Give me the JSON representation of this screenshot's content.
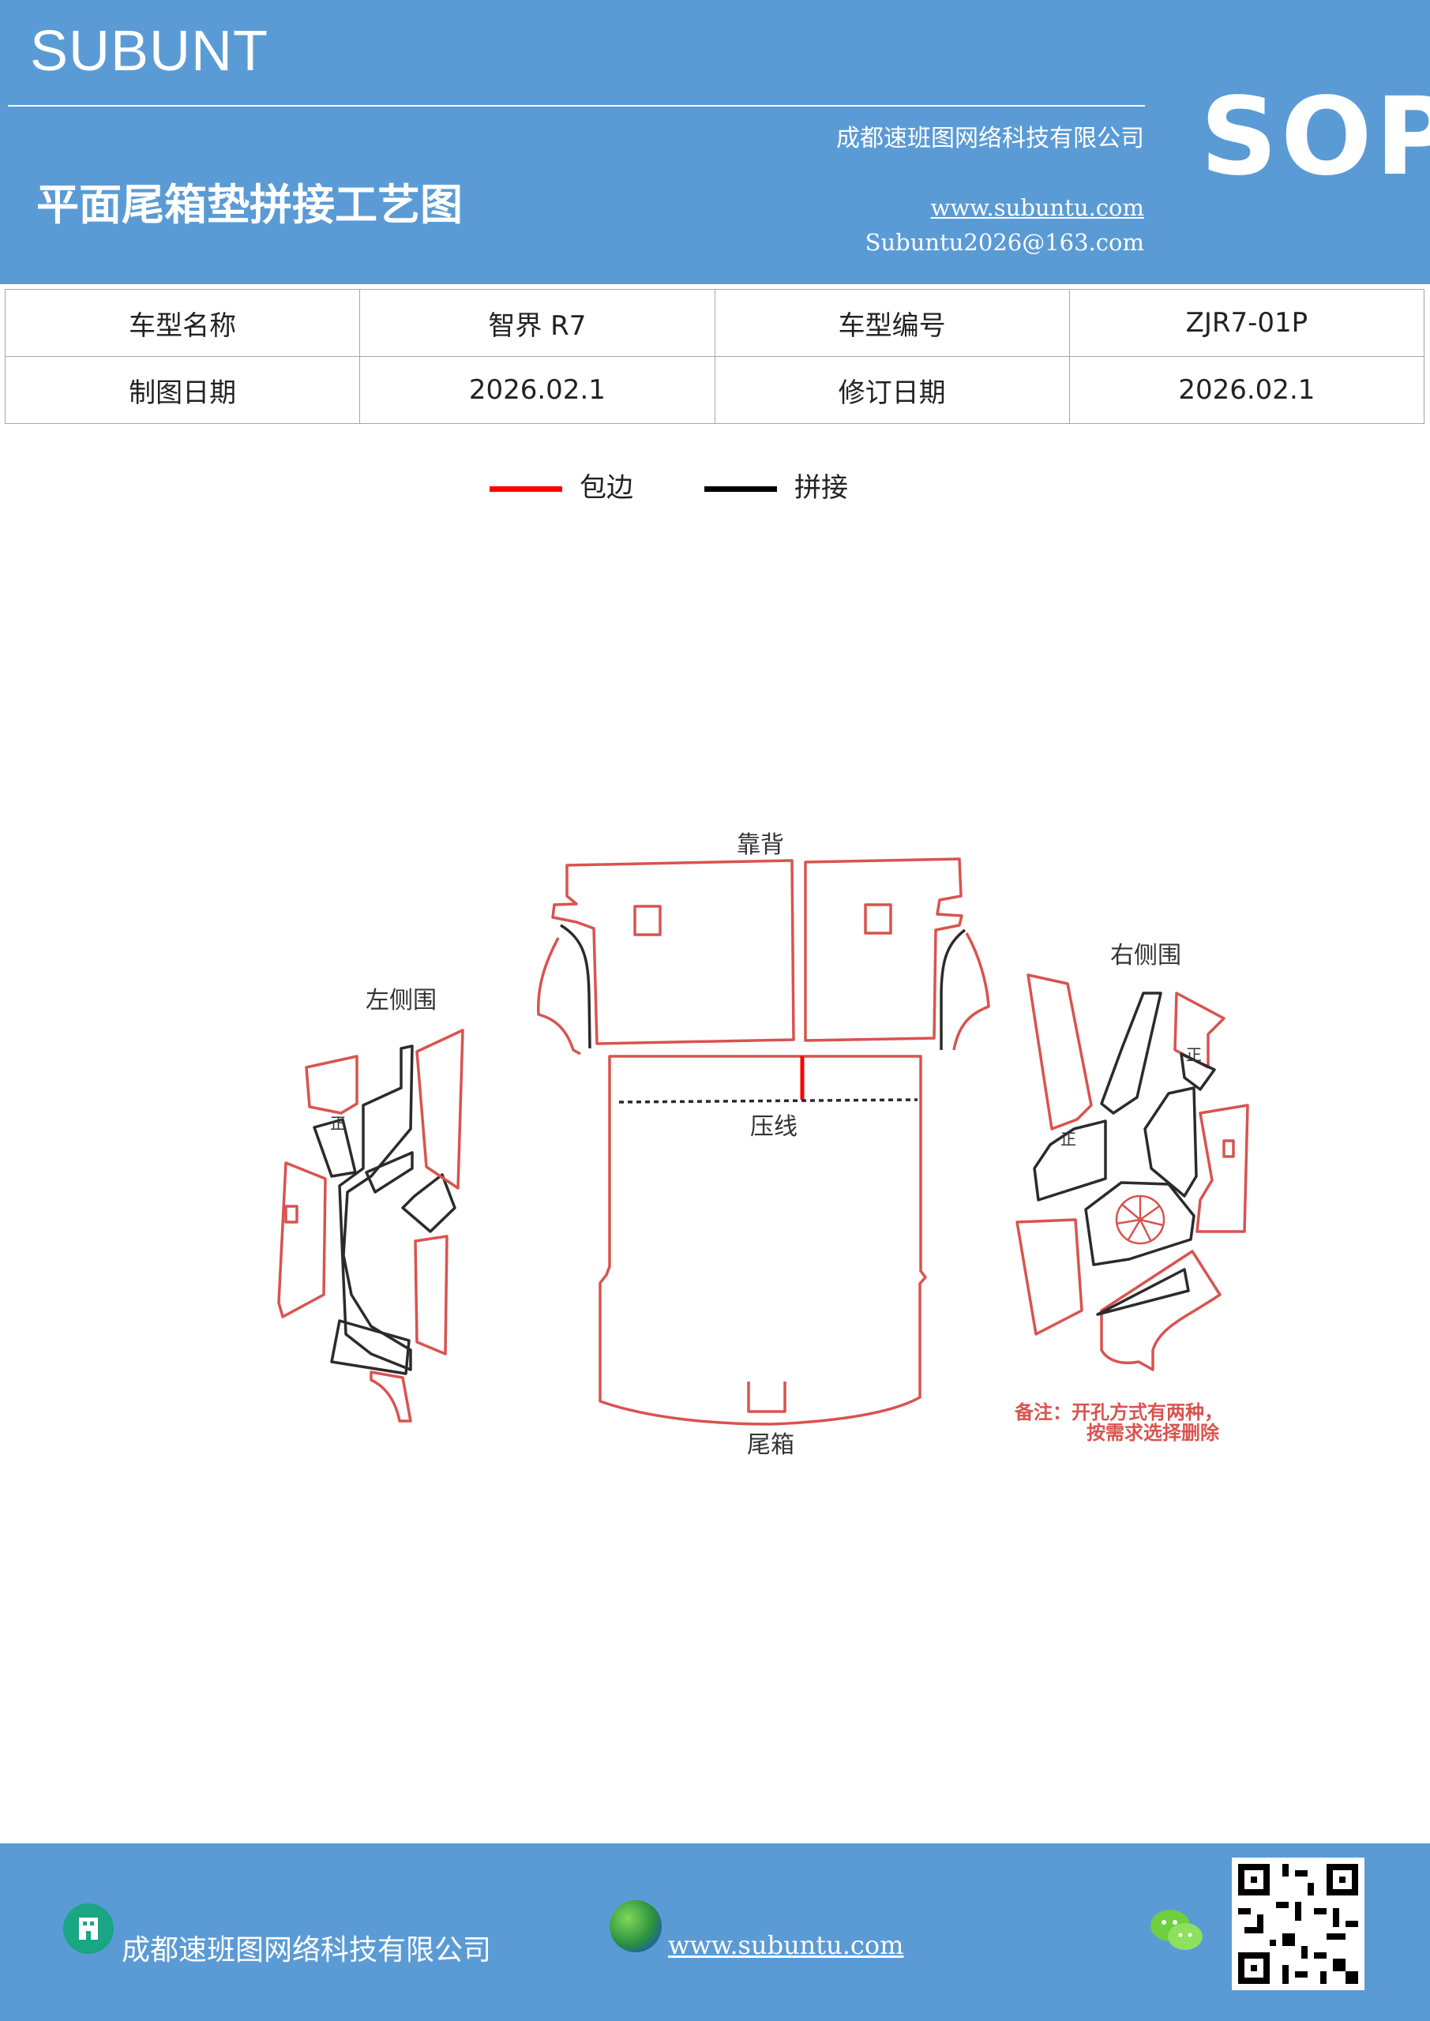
{
  "header": {
    "brand": "SUBUNT",
    "company": "成都速班图网络科技有限公司",
    "title": "平面尾箱垫拼接工艺图",
    "website": "www.subuntu.com",
    "email": "Subuntu2026@163.com",
    "badge": "SOP"
  },
  "info_table": {
    "rows": [
      [
        "车型名称",
        "智界 R7",
        "车型编号",
        "ZJR7-01P"
      ],
      [
        "制图日期",
        "2026.02.1",
        "修订日期",
        "2026.02.1"
      ]
    ]
  },
  "legend": {
    "items": [
      {
        "label": "包边",
        "color": "#ff0000"
      },
      {
        "label": "拼接",
        "color": "#000000"
      }
    ]
  },
  "diagram": {
    "labels": {
      "seatback": "靠背",
      "left_side": "左侧围",
      "right_side": "右侧围",
      "crease": "压线",
      "trunk": "尾箱",
      "front_mark": "正"
    },
    "note_line1": "备注：开孔方式有两种，",
    "note_line2": "按需求选择删除",
    "colors": {
      "edge": "#d9534f",
      "seam": "#2b2b2b",
      "note": "#d9534f"
    }
  },
  "footer": {
    "company": "成都速班图网络科技有限公司",
    "website": "www.subuntu.com"
  }
}
